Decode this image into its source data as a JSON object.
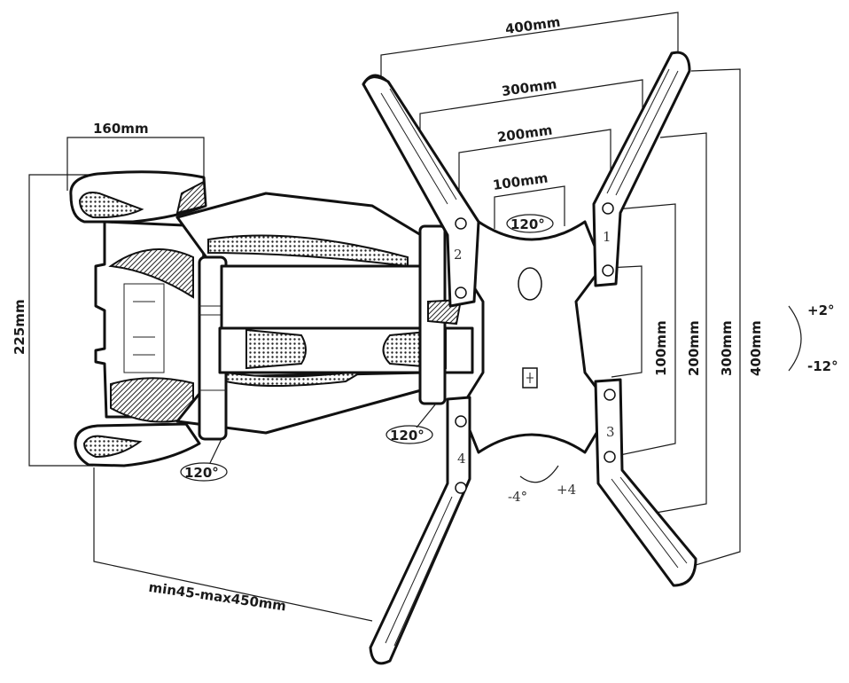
{
  "diagram": {
    "subject": "full-motion TV wall mount, dimensional drawing",
    "vesa_horizontal": [
      {
        "label": "400mm"
      },
      {
        "label": "300mm"
      },
      {
        "label": "200mm"
      },
      {
        "label": "100mm"
      }
    ],
    "vesa_vertical": [
      {
        "label": "100mm"
      },
      {
        "label": "200mm"
      },
      {
        "label": "300mm"
      },
      {
        "label": "400mm"
      }
    ],
    "wall_plate": {
      "width_label": "160mm",
      "height_label": "225mm"
    },
    "extension_label": "min45-max450mm",
    "swivel_angles": [
      {
        "label": "120°"
      },
      {
        "label": "120°"
      },
      {
        "label": "120°"
      }
    ],
    "tilt": {
      "up_label": "+2°",
      "down_label": "-12°"
    },
    "rotation": {
      "minus_label": "-4°",
      "plus_label": "+4"
    },
    "arm_numbers": [
      "1",
      "2",
      "3",
      "4"
    ]
  }
}
